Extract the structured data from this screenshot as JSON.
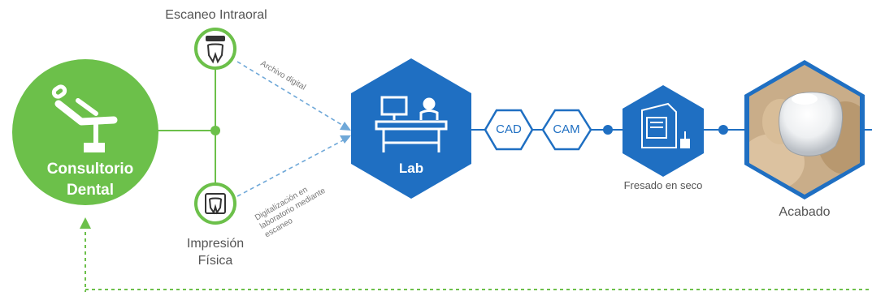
{
  "nodes": {
    "intraoral_scan": "Escaneo Intraoral",
    "clinic_line1": "Consultorio",
    "clinic_line2": "Dental",
    "physical_impression_line1": "Impresión",
    "physical_impression_line2": "Física",
    "lab": "Lab",
    "cad": "CAD",
    "cam": "CAM",
    "dry_milling": "Fresado en seco",
    "finishing": "Acabado"
  },
  "edges": {
    "digital_file": "Archivo digital",
    "lab_scan_line1": "Digitalización en",
    "lab_scan_line2": "laboratorio mediante",
    "lab_scan_line3": "escaneo"
  },
  "colors": {
    "green": "#6cc04a",
    "blue": "#1f6fc2",
    "dash": "#6fa8d8"
  }
}
